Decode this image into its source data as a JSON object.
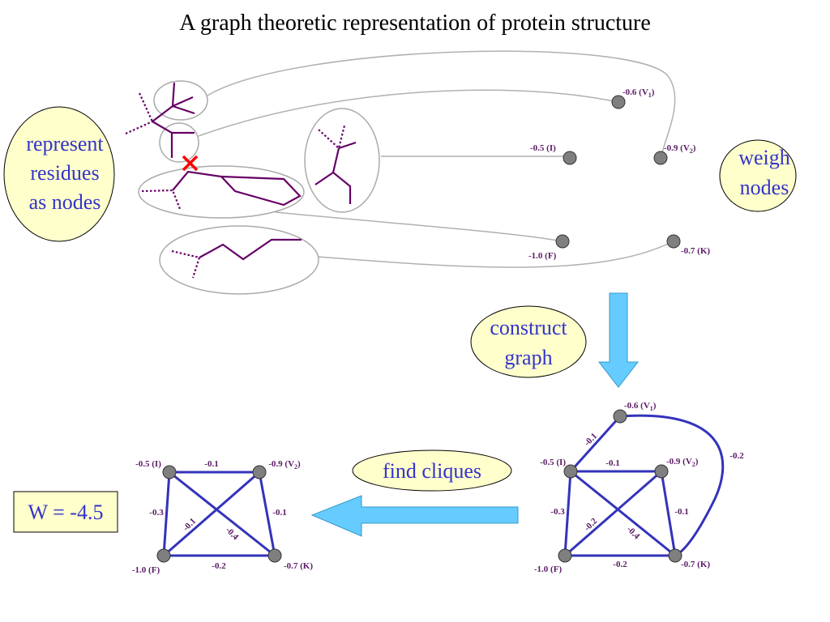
{
  "title": "A graph theoretic representation of protein structure",
  "callouts": {
    "represent": [
      "represent",
      "residues",
      "as nodes"
    ],
    "weigh": [
      "weigh",
      "nodes"
    ],
    "construct": [
      "construct",
      "graph"
    ],
    "find_cliques": "find cliques"
  },
  "result": "W = -4.5",
  "nodes": {
    "V1": {
      "value": "-0.6",
      "name": "V",
      "sub": "1"
    },
    "I": {
      "value": "-0.5",
      "name": "I"
    },
    "V2": {
      "value": "-0.9",
      "name": "V",
      "sub": "2"
    },
    "F": {
      "value": "-1.0",
      "name": "F"
    },
    "K": {
      "value": "-0.7",
      "name": "K"
    }
  },
  "edges_full": [
    {
      "from": "V1",
      "to": "I",
      "weight": "-0.1"
    },
    {
      "from": "V1",
      "to": "K",
      "weight": "-0.2"
    },
    {
      "from": "I",
      "to": "V2",
      "weight": "-0.1"
    },
    {
      "from": "I",
      "to": "F",
      "weight": "-0.3"
    },
    {
      "from": "I",
      "to": "K",
      "weight": "-0.4"
    },
    {
      "from": "V2",
      "to": "F",
      "weight": "-0.2"
    },
    {
      "from": "V2",
      "to": "K",
      "weight": "-0.1"
    },
    {
      "from": "F",
      "to": "K",
      "weight": "-0.2"
    }
  ],
  "edges_clique": [
    {
      "from": "I",
      "to": "V2",
      "weight": "-0.1"
    },
    {
      "from": "I",
      "to": "F",
      "weight": "-0.3"
    },
    {
      "from": "I",
      "to": "K",
      "weight": "-0.4"
    },
    {
      "from": "V2",
      "to": "F",
      "weight": "-0.1"
    },
    {
      "from": "V2",
      "to": "K",
      "weight": "-0.1"
    },
    {
      "from": "F",
      "to": "K",
      "weight": "-0.2"
    }
  ],
  "colors": {
    "edge": "#3333bb",
    "node": "#7f7f7f",
    "residue": "#660066",
    "arrow": "#66ccff",
    "callout_fill": "#ffffcc",
    "label": "#5a1a66",
    "callout_text": "#3333cc",
    "cross": "#ff0000"
  }
}
